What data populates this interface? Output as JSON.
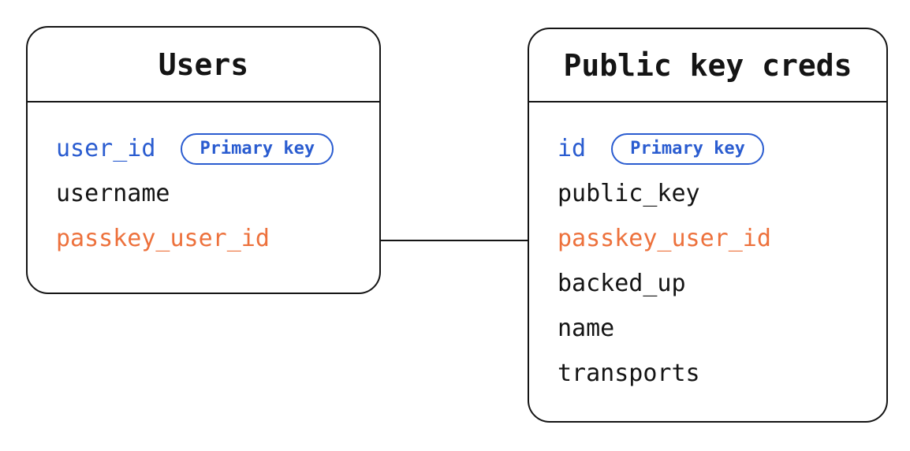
{
  "diagram": {
    "type": "entity-relationship",
    "colors": {
      "background": "#ffffff",
      "border": "#141414",
      "text": "#141414",
      "primary_key_blue": "#2a5cd0",
      "foreign_key_orange": "#ed713c"
    },
    "tables": [
      {
        "title": "Users",
        "fields": [
          {
            "name": "user_id",
            "role": "primary",
            "badge": "Primary key"
          },
          {
            "name": "username",
            "role": "default"
          },
          {
            "name": "passkey_user_id",
            "role": "foreign"
          }
        ]
      },
      {
        "title": "Public key creds",
        "fields": [
          {
            "name": "id",
            "role": "primary",
            "badge": "Primary key"
          },
          {
            "name": "public_key",
            "role": "default"
          },
          {
            "name": "passkey_user_id",
            "role": "foreign"
          },
          {
            "name": "backed_up",
            "role": "default"
          },
          {
            "name": "name",
            "role": "default"
          },
          {
            "name": "transports",
            "role": "default"
          }
        ]
      }
    ],
    "relationship": {
      "from_table": "Users",
      "from_field": "passkey_user_id",
      "to_table": "Public key creds",
      "to_field": "passkey_user_id",
      "style": "straight-line"
    }
  }
}
